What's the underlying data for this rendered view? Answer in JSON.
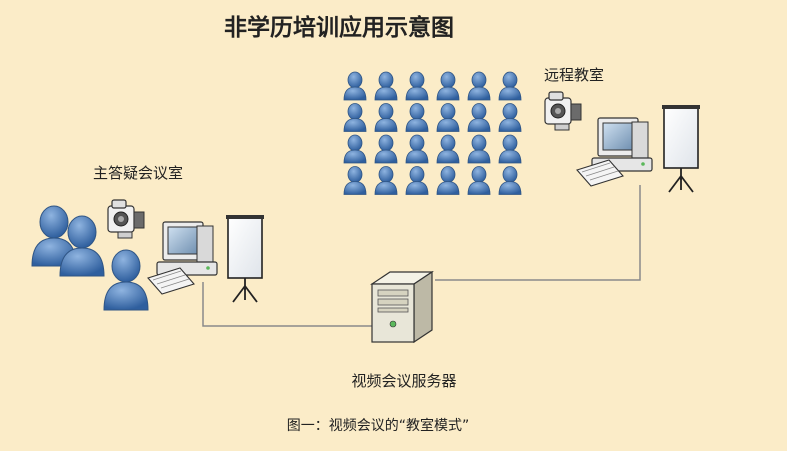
{
  "diagram": {
    "title": "非学历培训应用示意图",
    "remote_classroom_label": "远程教室",
    "qa_room_label": "主答疑会议室",
    "server_label": "视频会议服务器",
    "caption": "图一：视频会议的“教室模式”"
  },
  "audience_grid": {
    "rows": 4,
    "columns": 6
  },
  "colors": {
    "background": "#fbecc8",
    "person_fill": "#4a78b4",
    "person_highlight": "#8fb4e0",
    "person_outline": "#2f5585",
    "connector_line": "#8a8a8a",
    "monitor_body": "#ececec",
    "server_body": "#e8e6d8",
    "projector_screen": "#ffffff"
  },
  "icons": [
    "person-icon",
    "video-camera-icon",
    "computer-icon",
    "keyboard-icon",
    "projector-screen-icon",
    "server-icon"
  ]
}
